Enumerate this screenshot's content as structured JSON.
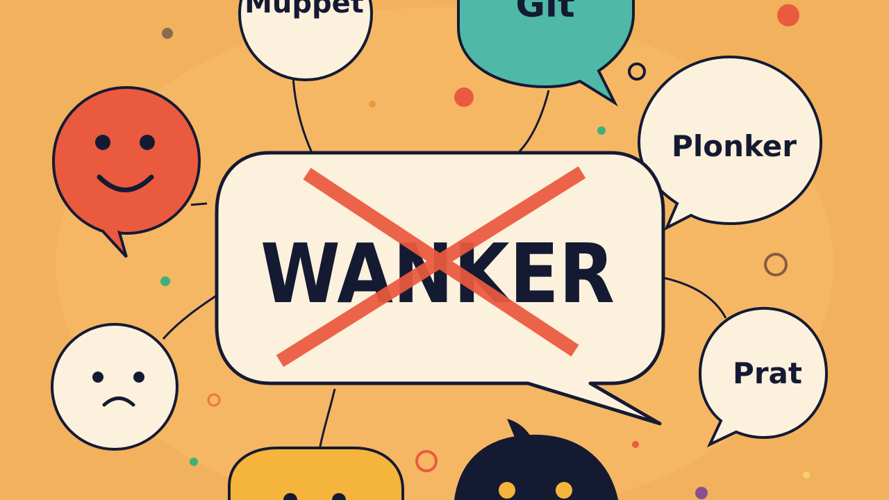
{
  "colors": {
    "background": "#F2B15C",
    "outline": "#151A33",
    "cream": "#FBF1DC",
    "teal": "#4FB8A7",
    "red": "#EA5A3E",
    "strike": "#EA5A3E",
    "yellow": "#F5B43C",
    "navy": "#151A33",
    "dot_green": "#3FAF7E"
  },
  "main_bubble": {
    "word": "WANKER",
    "struck_through": true
  },
  "bubbles": [
    {
      "label": "Muppet",
      "color": "cream"
    },
    {
      "label": "Git",
      "color": "teal"
    },
    {
      "label": "Plonker",
      "color": "cream"
    },
    {
      "label": "Prat",
      "color": "cream"
    }
  ],
  "faces": [
    {
      "expression": "smiling",
      "color": "red"
    },
    {
      "expression": "frowning",
      "color": "cream"
    },
    {
      "expression": "eyes-only",
      "color": "yellow"
    },
    {
      "expression": "eyes-only",
      "color": "navy"
    }
  ]
}
